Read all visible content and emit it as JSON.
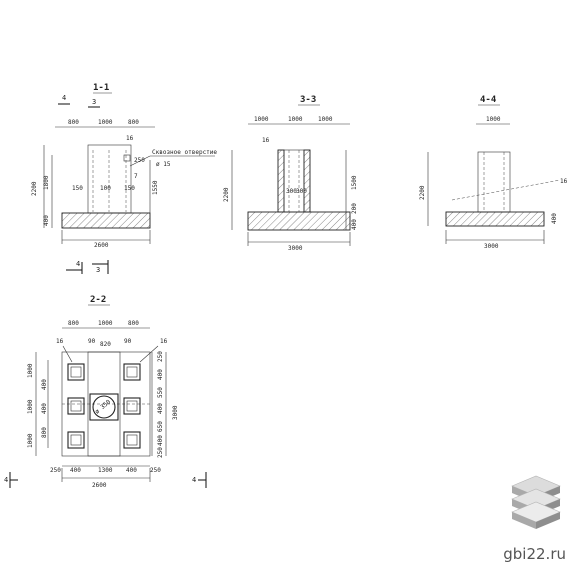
{
  "sections": {
    "s11": {
      "title": "1-1",
      "cut_left_num": "4",
      "cut_left_num2": "3",
      "dims_top": [
        "800",
        "1000",
        "800"
      ],
      "dim_top_small": "16",
      "dims_inner": [
        "150",
        "100",
        "150"
      ],
      "dim_left_height": "1800",
      "dim_left_total": "2200",
      "dim_left_base": "400",
      "dim_right": "1550",
      "dim_right_small": "250",
      "dim_seven": "7",
      "note": "Сквозное отверстие",
      "note2": "ø 15",
      "dim_bottom": "2600",
      "cut_bottom_left": "4",
      "cut_bottom_right": "3"
    },
    "s33": {
      "title": "3-3",
      "dims_top": [
        "1000",
        "1000",
        "1000"
      ],
      "dim_top_small": "16",
      "dim_left": "2200",
      "dim_right_1": "1500",
      "dim_right_2": "200",
      "dim_right_3": "400",
      "dim_inner_1": "300",
      "dim_inner_2": "300",
      "dim_bottom": "3000"
    },
    "s44": {
      "title": "4-4",
      "dim_top": "1000",
      "dim_left": "2200",
      "dim_small": "16",
      "dim_right": "400",
      "dim_bottom": "3000"
    },
    "s22": {
      "title": "2-2",
      "dims_top": [
        "800",
        "1000",
        "800"
      ],
      "dims_top2": [
        "90",
        "820",
        "90"
      ],
      "label_16_left": "16",
      "label_16_right": "16",
      "dims_left": [
        "1000",
        "400",
        "1000",
        "400",
        "1000"
      ],
      "dims_left_inner": [
        "400",
        "400",
        "800"
      ],
      "dims_right": [
        "250",
        "400",
        "550",
        "400",
        "650",
        "400",
        "250"
      ],
      "dim_right_total": "3000",
      "hole_label": "ø 350",
      "dims_bottom": [
        "250",
        "400",
        "1300",
        "400",
        "250"
      ],
      "dim_bottom_total": "2600",
      "cut_left": "4",
      "cut_right": "4"
    }
  },
  "brand": "gbi22.ru",
  "colors": {
    "line": "#333333",
    "hatch": "#555555",
    "logo_top": "#d9d9d9",
    "logo_side": "#9a9a9a"
  }
}
